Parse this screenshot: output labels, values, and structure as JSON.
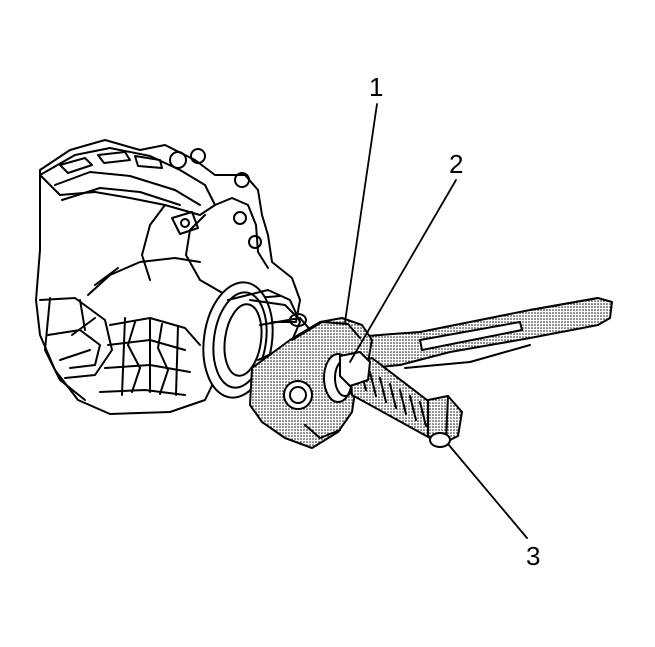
{
  "callouts": [
    {
      "id": "1",
      "label": "1"
    },
    {
      "id": "2",
      "label": "2"
    },
    {
      "id": "3",
      "label": "3"
    }
  ],
  "colors": {
    "line": "#000000",
    "background": "#ffffff",
    "stipple": "#8c8c8c"
  }
}
